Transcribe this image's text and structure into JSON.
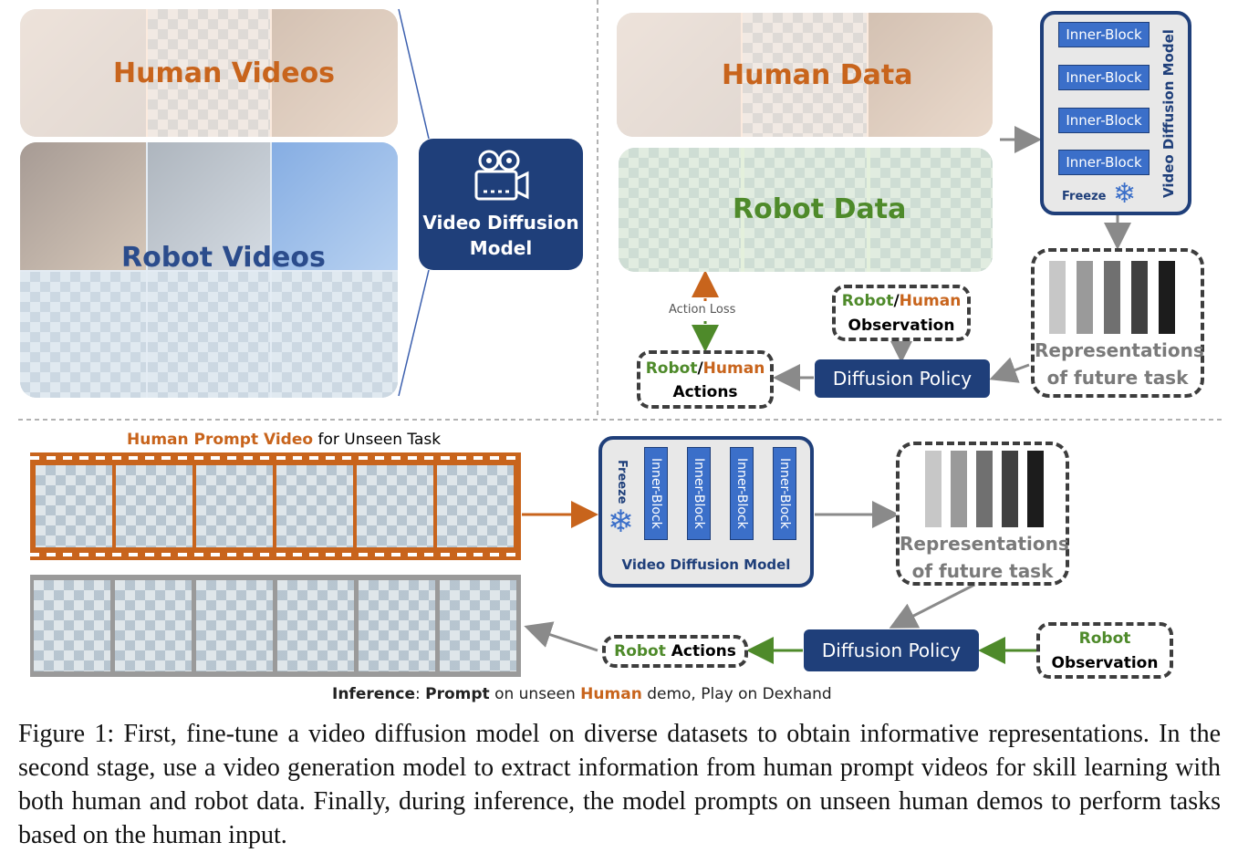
{
  "top_left": {
    "human_videos_label": "Human Videos",
    "robot_videos_label": "Robot Videos",
    "vdm_label_line1": "Video Diffusion",
    "vdm_label_line2": "Model"
  },
  "top_right": {
    "human_data_label": "Human Data",
    "robot_data_label": "Robot Data",
    "inner_blocks": [
      "Inner-Block",
      "Inner-Block",
      "Inner-Block",
      "Inner-Block"
    ],
    "freeze_label": "Freeze",
    "vdm_vertical_label": "Video Diffusion Model",
    "representations_line1": "Representations",
    "representations_line2": "of future task",
    "action_loss_label": "Action Loss",
    "observation": {
      "robot": "Robot",
      "sep": "/",
      "human": "Human",
      "line2": "Observation"
    },
    "actions": {
      "robot": "Robot",
      "sep": "/",
      "human": "Human",
      "line2": "Actions"
    },
    "diffusion_policy_label": "Diffusion Policy"
  },
  "bottom": {
    "prompt_title": {
      "highlight": "Human Prompt Video",
      "rest": " for Unseen Task"
    },
    "inner_blocks": [
      "Inner-Block",
      "Inner-Block",
      "Inner-Block",
      "Inner-Block"
    ],
    "freeze_label": "Freeze",
    "vdm_label": "Video Diffusion Model",
    "representations_line1": "Representations",
    "representations_line2": "of future task",
    "diffusion_policy_label": "Diffusion Policy",
    "robot_actions": {
      "robot": "Robot",
      "rest": " Actions"
    },
    "robot_observation": {
      "line1": "Robot",
      "line2": "Observation"
    },
    "inference_line": {
      "p1": "Inference",
      "p2": ": ",
      "p3": "Prompt",
      "p4": " on unseen ",
      "p5": "Human",
      "p6": " demo, Play on Dexhand"
    }
  },
  "caption": "Figure 1: First, fine-tune a video diffusion model on diverse datasets to obtain informative representations. In the second stage, use a video generation model to extract information from human prompt videos for skill learning with both human and robot data. Finally, during inference, the model prompts on unseen human demos to perform tasks based on the human input.",
  "colors": {
    "navy": "#1f3f7a",
    "block_blue": "#3b6fc9",
    "human_orange": "#c8641c",
    "robot_green": "#4e8a2a",
    "robot_blue_title": "#2b4c8c"
  },
  "icons": [
    "video-camera-icon",
    "snowflake-icon"
  ]
}
